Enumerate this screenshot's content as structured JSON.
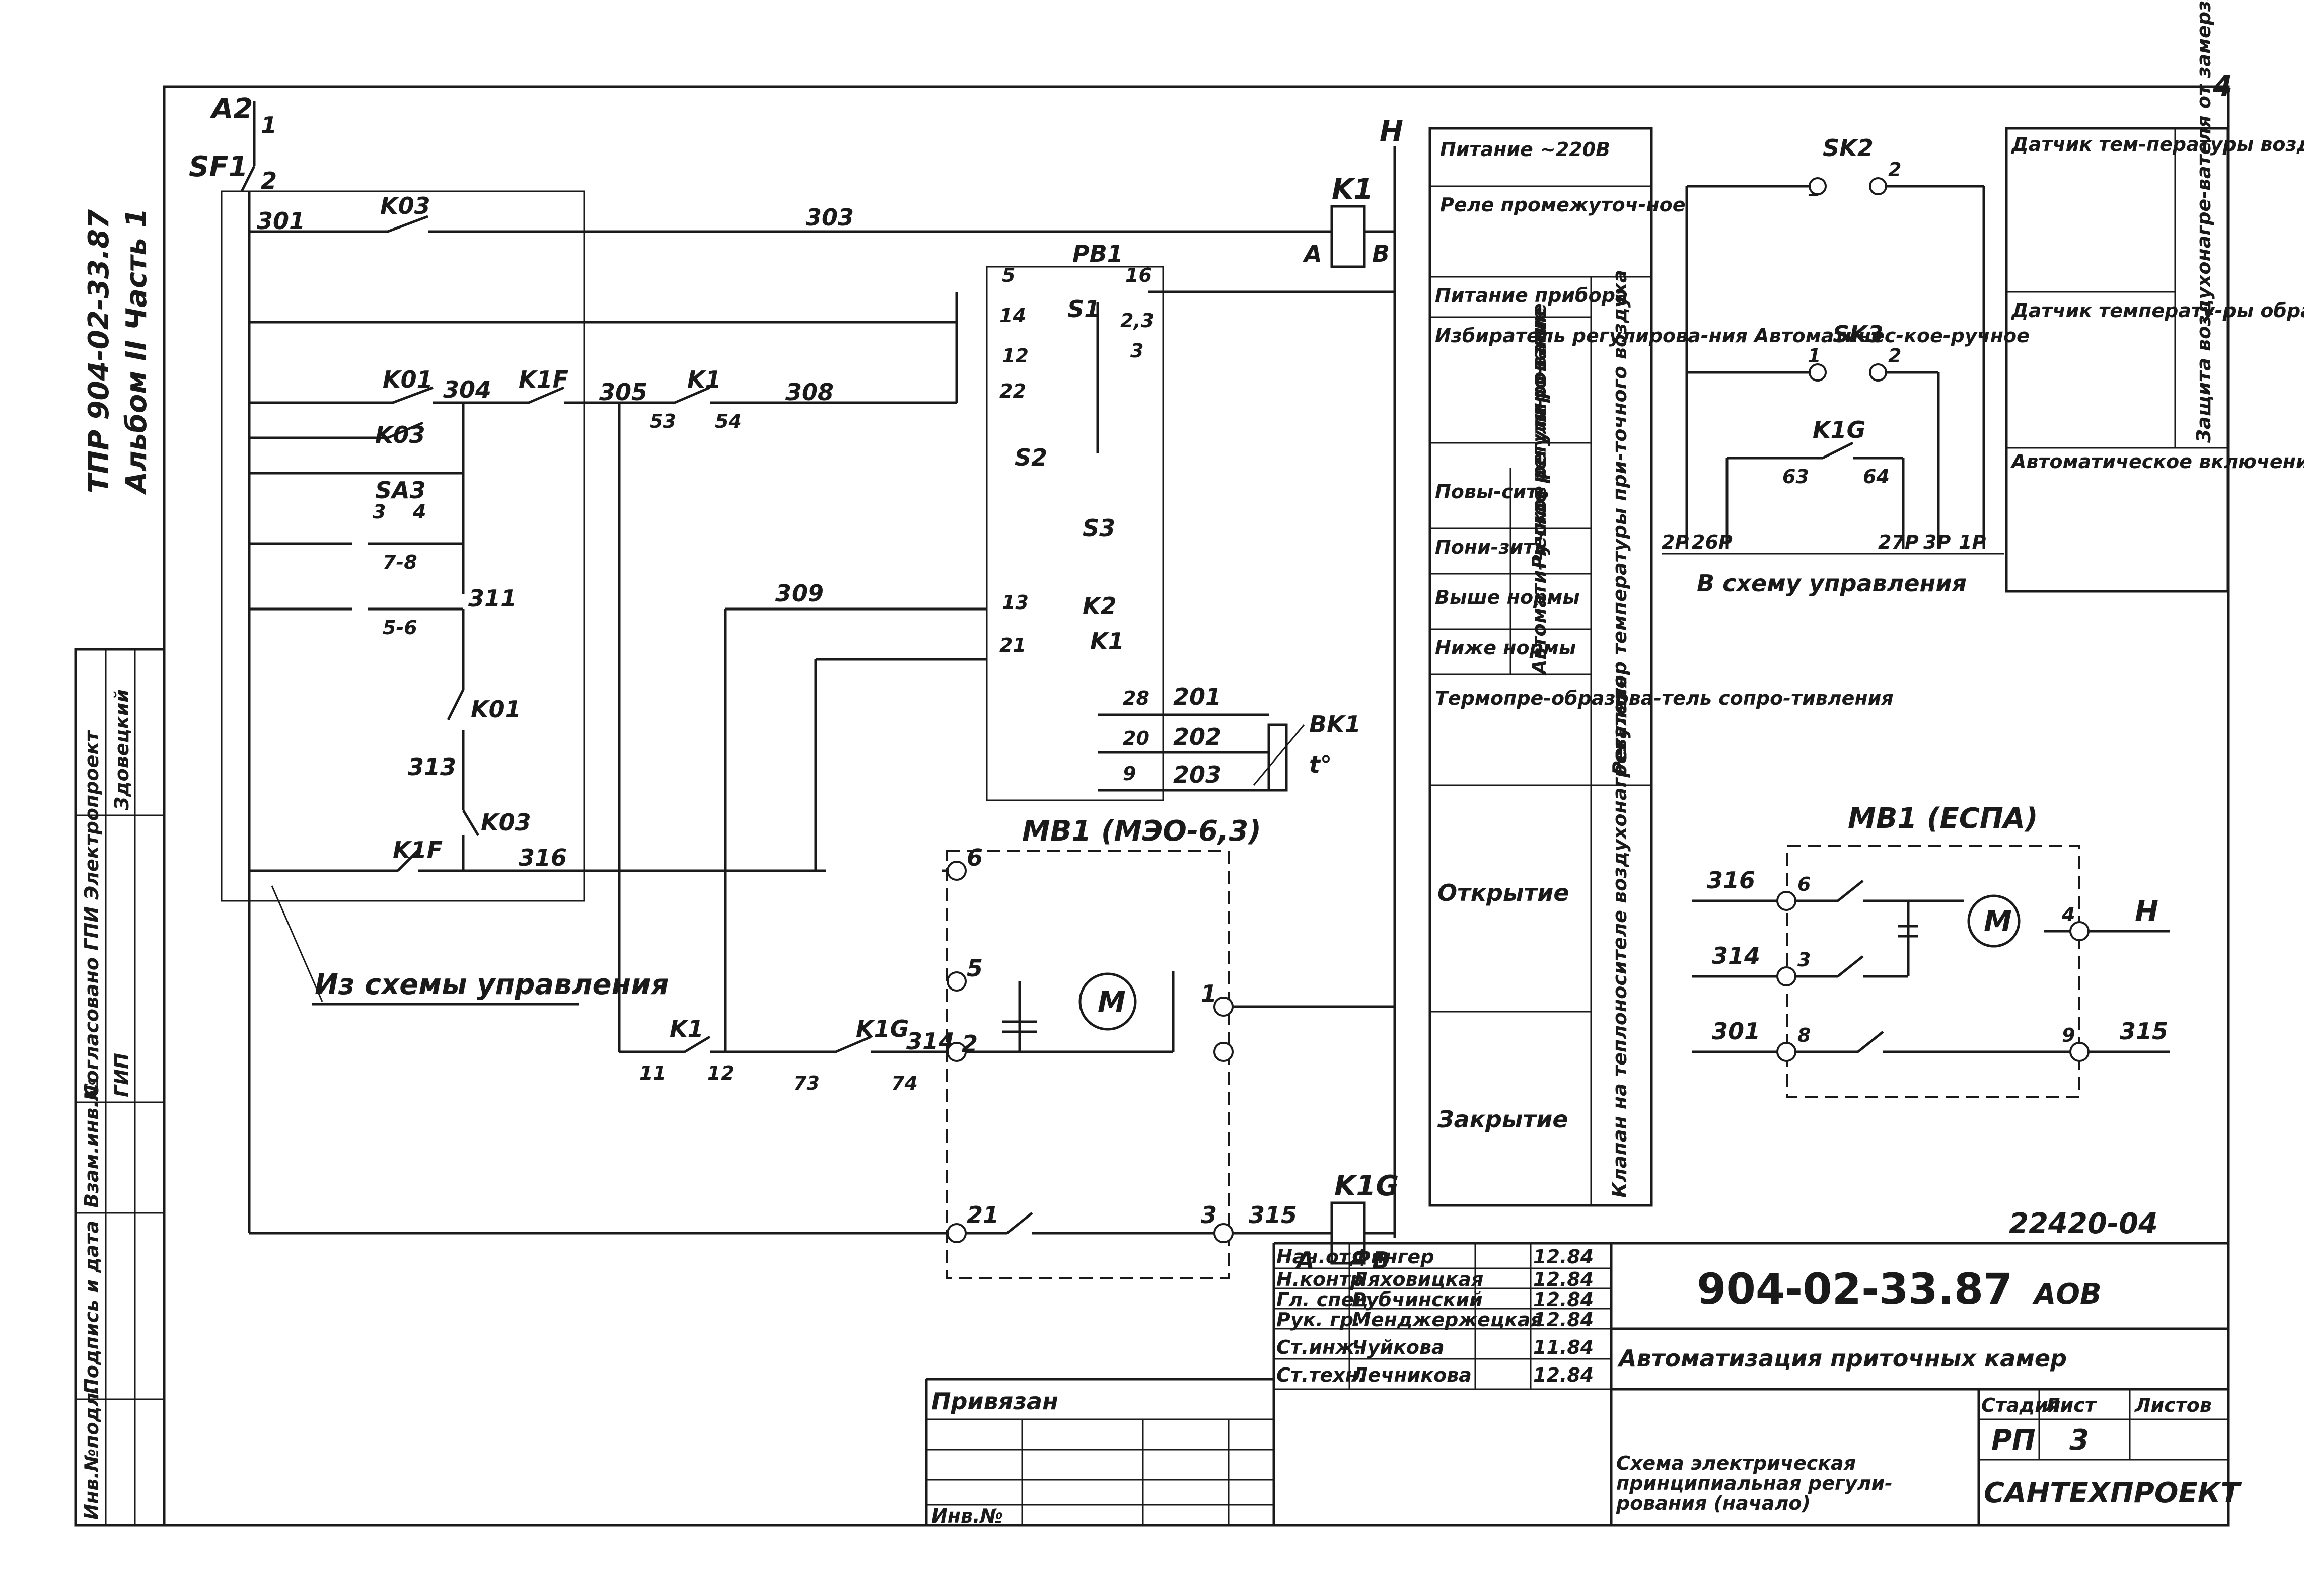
{
  "page_number": "4",
  "stamp": {
    "doc_code": "ТПР 904-02-33.87",
    "album": "Альбом II  Часть 1",
    "inv": "22420-04",
    "main_code": "904-02-33.87",
    "sheet_code": "АОВ",
    "title": "Автоматизация приточных камер",
    "subtitle_1": "Схема электрическая",
    "subtitle_2": "принципиальная регули-",
    "subtitle_3": "рования (начало)",
    "stage_label": "Стадия",
    "sheet_label": "Лист",
    "sheets_label": "Листов",
    "stage": "РП",
    "sheet": "3",
    "company": "САНТЕХПРОЕКТ",
    "bound_label": "Привязан",
    "inv_no_label": "Инв.№",
    "staff": [
      {
        "role": "Нач.отд",
        "name": "Фингер",
        "date": "12.84"
      },
      {
        "role": "Н.контр",
        "name": "Ляховицкая",
        "date": "12.84"
      },
      {
        "role": "Гл. спец",
        "name": "Рубчинский",
        "date": "12.84"
      },
      {
        "role": "Рук. гр.",
        "name": "Менджержецкая",
        "date": "12.84"
      },
      {
        "role": "Ст.инж.",
        "name": "Чуйкова",
        "date": "11.84"
      },
      {
        "role": "Ст.техн.",
        "name": "Лечникова",
        "date": "12.84"
      }
    ]
  },
  "side_stamp": {
    "agreed": "Согласовано ГПИ Электропроект",
    "gip": "ГИП",
    "gip_name": "Здовецкий",
    "replace_inv": "Взам.инв.№",
    "sign_date": "Подпись и дата",
    "orig_inv": "Инв.№подл."
  },
  "legend": {
    "power": "Питание ~220В",
    "relay": "Реле промежуточ-ное",
    "device_power": "Питание прибора",
    "selector": "Избиратель регулирова-ния Автоматичес-кое-ручное",
    "raise": "Повы-сить",
    "lower": "Пони-зить",
    "manual_reg": "Ручное регули-рование",
    "above": "Выше нормы",
    "below": "Ниже нормы",
    "auto_reg": "Автомати-ческое регулиро-вание",
    "thermo": "Термопре-образова-тель сопро-тивления",
    "regulator": "Регулятор температуры при-точного воздуха",
    "open": "Открытие",
    "close": "Закрытие",
    "valve": "Клапан на теплоносителе воздухонагревателя"
  },
  "right_legend": {
    "sensor_air": "Датчик тем-пературы воздуха перед воз-духонаг-ревателем",
    "sensor_return": "Датчик температу-ры обрат-ного тепло-носите-ля",
    "freeze": "Защита воздухонагре-вателя от замерзания",
    "pump": "Автоматическое включение цир-куляционного насоса тепло-носителя",
    "to_control": "В схему управления"
  },
  "labels": {
    "from_control": "Из схемы управления",
    "mb1_a": "МВ1 (МЭО-6,3)",
    "mb1_b": "МВ1 (ЕСПА)",
    "n_main": "Н",
    "motor": "M"
  }
}
